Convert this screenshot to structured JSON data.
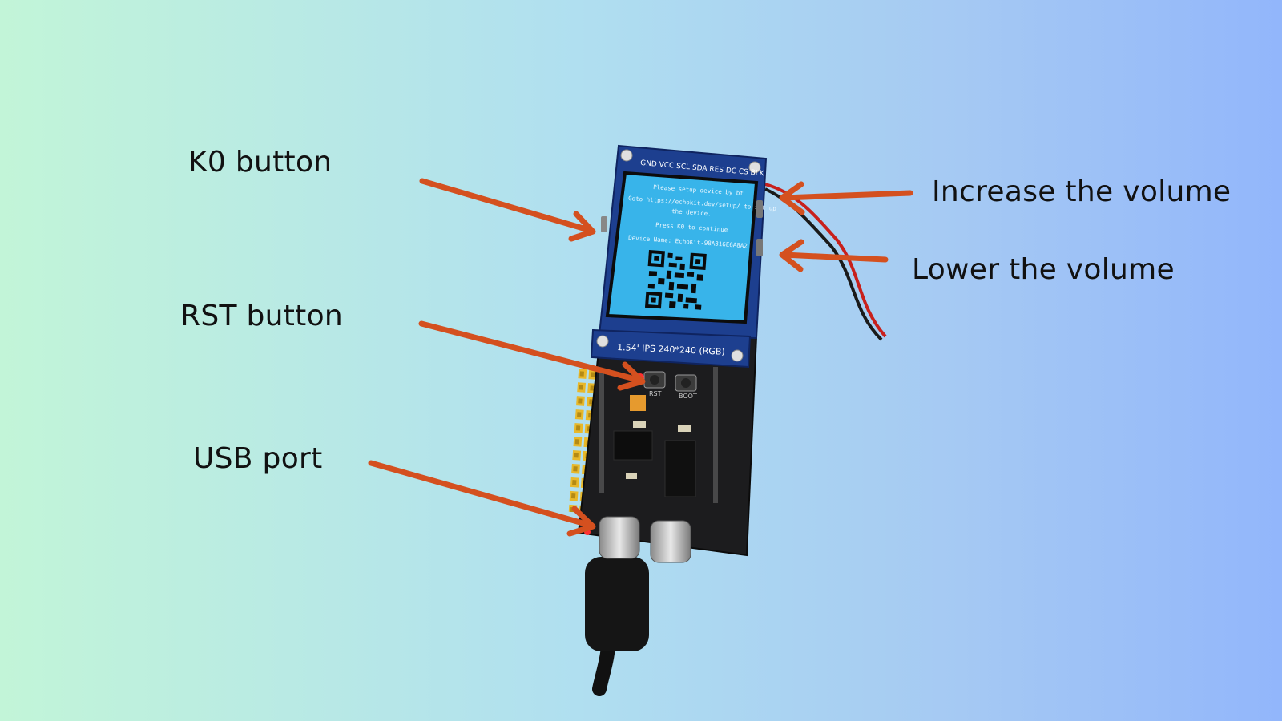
{
  "labels": {
    "k0": "K0 button",
    "rst": "RST button",
    "usb": "USB port",
    "vol_up": "Increase the volume",
    "vol_down": "Lower the volume"
  },
  "board": {
    "header_pins": "GND VCC SCL SDA RES DC CS BLK",
    "screen": {
      "line1": "Please setup device by bt",
      "line2": "Goto https://echokit.dev/setup/ to set up",
      "line3": "the device.",
      "line4": "Press K0 to continue",
      "line5": "Device Name: EchoKit-98A316E6A8A2"
    },
    "display_spec": "1.54' IPS   240*240 (RGB)",
    "rst_silk": "RST",
    "boot_silk": "BOOT"
  },
  "colors": {
    "arrow": "#d4501f",
    "pcb": "#1c1c1e",
    "screen": "#38b4ea",
    "display_frame": "#1d3f8f",
    "pin_yellow": "#e8b82a"
  },
  "icons": {
    "qr": "qr-code-icon"
  }
}
